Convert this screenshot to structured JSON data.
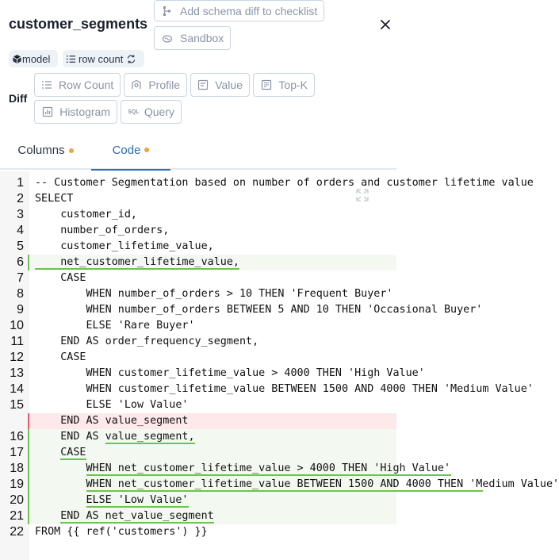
{
  "header": {
    "title": "customer_segments",
    "add_schema_diff_label": "Add schema diff to checklist",
    "sandbox_label": "Sandbox"
  },
  "tags": {
    "model_label": "model",
    "row_count_label": "row count"
  },
  "diff": {
    "label": "Diff",
    "buttons": [
      "Row Count",
      "Profile",
      "Value",
      "Top-K",
      "Histogram",
      "Query"
    ]
  },
  "tabs": [
    {
      "label": "Columns",
      "active": false,
      "dot": true
    },
    {
      "label": "Code",
      "active": true,
      "dot": true
    }
  ],
  "colors": {
    "accent": "#2b6cb0",
    "dot": "#f0a23b",
    "added_bar": "#6cc54a",
    "removed_bar": "#e85c6a"
  },
  "code_lines": [
    {
      "num": "1",
      "text": "-- Customer Segmentation based on number of orders and customer lifetime value",
      "type": "normal"
    },
    {
      "num": "2",
      "text": "SELECT",
      "type": "normal"
    },
    {
      "num": "3",
      "text": "    customer_id,",
      "type": "normal"
    },
    {
      "num": "4",
      "text": "    number_of_orders,",
      "type": "normal"
    },
    {
      "num": "5",
      "text": "    customer_lifetime_value,",
      "type": "normal"
    },
    {
      "num": "6",
      "text": "    net_customer_lifetime_value,",
      "type": "added"
    },
    {
      "num": "7",
      "text": "    CASE",
      "type": "normal"
    },
    {
      "num": "8",
      "text": "        WHEN number_of_orders > 10 THEN 'Frequent Buyer'",
      "type": "normal"
    },
    {
      "num": "9",
      "text": "        WHEN number_of_orders BETWEEN 5 AND 10 THEN 'Occasional Buyer'",
      "type": "normal"
    },
    {
      "num": "10",
      "text": "        ELSE 'Rare Buyer'",
      "type": "normal"
    },
    {
      "num": "11",
      "text": "    END AS order_frequency_segment,",
      "type": "normal"
    },
    {
      "num": "12",
      "text": "    CASE",
      "type": "normal"
    },
    {
      "num": "13",
      "text": "        WHEN customer_lifetime_value > 4000 THEN 'High Value'",
      "type": "normal"
    },
    {
      "num": "14",
      "text": "        WHEN customer_lifetime_value BETWEEN 1500 AND 4000 THEN 'Medium Value'",
      "type": "normal"
    },
    {
      "num": "15",
      "text": "        ELSE 'Low Value'",
      "type": "normal"
    },
    {
      "num": "",
      "text": "    END AS value_segment",
      "type": "removed"
    },
    {
      "num": "16",
      "text": "    END AS value_segment,",
      "type": "added"
    },
    {
      "num": "17",
      "text": "    CASE",
      "type": "added"
    },
    {
      "num": "18",
      "text": "        WHEN net_customer_lifetime_value > 4000 THEN 'High Value'",
      "type": "added"
    },
    {
      "num": "19",
      "text": "        WHEN net_customer_lifetime_value BETWEEN 1500 AND 4000 THEN 'Medium Value'",
      "type": "added"
    },
    {
      "num": "20",
      "text": "        ELSE 'Low Value'",
      "type": "added"
    },
    {
      "num": "21",
      "text": "    END AS net_value_segment",
      "type": "added"
    },
    {
      "num": "22",
      "text": "FROM {{ ref('customers') }}",
      "type": "normal"
    }
  ]
}
